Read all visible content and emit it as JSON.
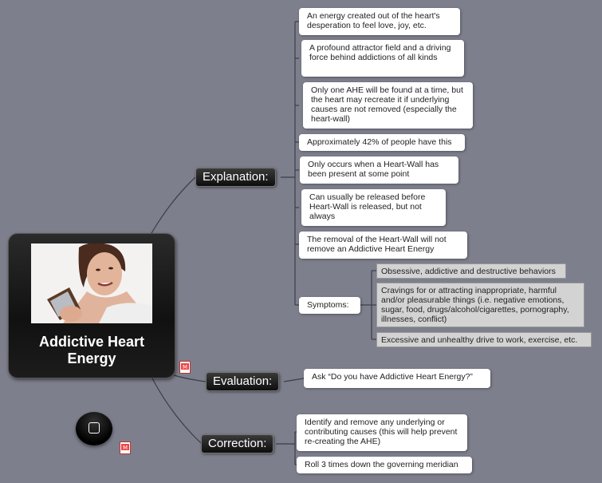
{
  "central": {
    "title": "Addictive Heart\nEnergy"
  },
  "branches": {
    "explanation": "Explanation:",
    "evaluation": "Evaluation:",
    "correction": "Correction:"
  },
  "explanation_items": [
    "An energy created out of the heart's desperation to feel love, joy, etc.",
    "A profound attractor field and a driving force behind addictions of all kinds",
    "Only one AHE will be found at a time, but the heart may recreate it if underlying causes are not removed (especially the heart-wall)",
    "Approximately 42% of people have this",
    "Only occurs when a Heart-Wall has been present at some point",
    "Can usually be released before Heart-Wall is released, but not always",
    "The removal of the Heart-Wall will not remove an Addictive Heart Energy",
    "Symptoms:"
  ],
  "symptoms": [
    "Obsessive, addictive and destructive behaviors",
    "Cravings for or attracting inappropriate, harmful and/or pleasurable things (i.e. negative emotions, sugar, food, drugs/alcohol/cigarettes, pornography, illnesses, conflict)",
    "Excessive and unhealthy drive to work, exercise, etc."
  ],
  "evaluation_items": [
    "Ask “Do you have Addictive Heart Energy?”"
  ],
  "correction_items": [
    "Identify and remove any underlying or contributing causes (this will help prevent re-creating the AHE)",
    "Roll 3 times down the governing meridian"
  ],
  "icons": {
    "note_icon": "mindmap-note-icon",
    "stop_icon": "stop-icon"
  }
}
